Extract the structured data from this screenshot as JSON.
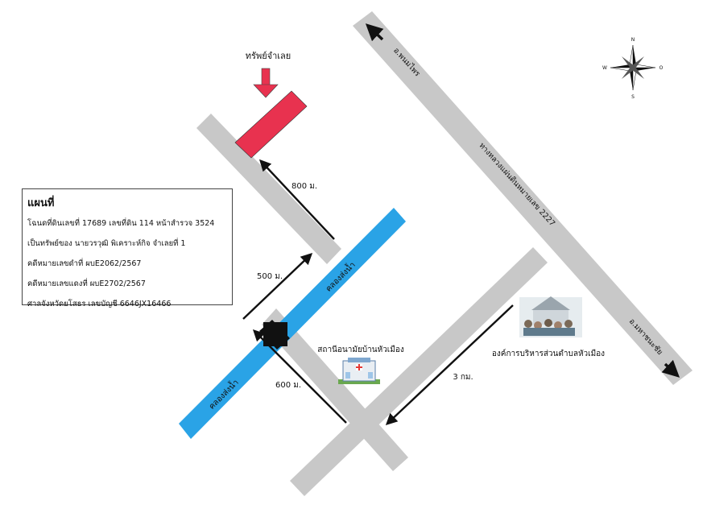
{
  "legend": {
    "title": "แผนที่",
    "lines": [
      "โฉนดที่ดินเลขที่ 17689 เลขที่ดิน 114 หน้าสำรวจ 3524",
      "เป็นทรัพย์ของ นายวรวุฒิ พิเคราะห์กิจ  จำเลยที่ 1",
      "คดีหมายเลขดำที่ ผบE2062/2567",
      "คดีหมายเลขแดงที่ ผบE2702/2567",
      "ศาลจังหวัดยโสธร เลขบัญชี  6646JX16466"
    ]
  },
  "labels": {
    "property": "ทรัพย์จำเลย",
    "dist_800": "800 ม.",
    "dist_500": "500 ม.",
    "dist_600": "600 ม.",
    "dist_3km": "3 กม.",
    "canal_upper": "คลองส่งน้ำ",
    "canal_lower": "คลองส่งน้ำ",
    "highway": "ทางหลวงแผ่นดินหมายเลข 2227",
    "to_phanom_phrai": "อ.พนมไพร",
    "to_maha_chana_chai": "อ.มหาชนะชัย",
    "health_station": "สถานีอนามัยบ้านหัวเมือง",
    "sao": "องค์การบริหารส่วนตำบลหัวเมือง"
  },
  "compass": {
    "n": "N",
    "s": "S",
    "e": "O",
    "w": "W"
  },
  "colors": {
    "road": "#c8c8c8",
    "canal": "#2aa3e6",
    "property": "#e8324f",
    "arrow": "#111111",
    "property_arrow": "#e8324f"
  }
}
